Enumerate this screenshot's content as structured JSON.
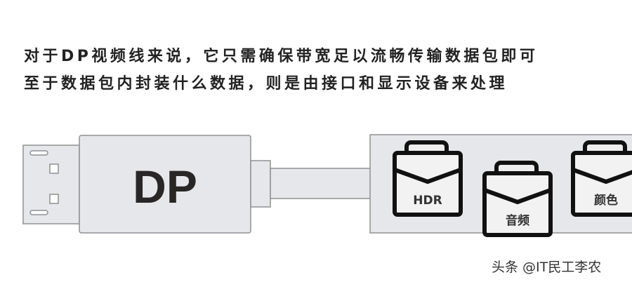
{
  "caption": {
    "line1": "对于DP视频线来说，它只需确保带宽足以流畅传输数据包即可",
    "line2": "至于数据包内封装什么数据，则是由接口和显示设备来处理"
  },
  "connector": {
    "label": "DP"
  },
  "packets": [
    {
      "label": "HDR",
      "icon": "briefcase-icon"
    },
    {
      "label": "音频",
      "icon": "briefcase-icon"
    },
    {
      "label": "颜色",
      "icon": "briefcase-icon"
    }
  ],
  "watermark": "头条 @IT民工李农",
  "colors": {
    "connector_fill": "#e6e7ea",
    "outline": "#8f9093",
    "text": "#222222",
    "bag_stroke": "#111111"
  }
}
